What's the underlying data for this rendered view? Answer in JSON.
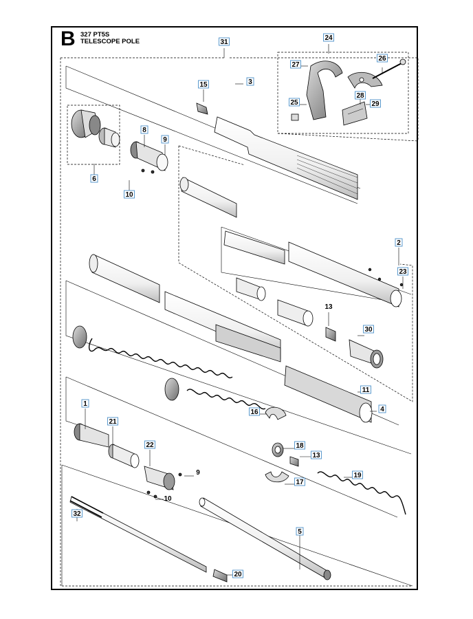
{
  "sheet": {
    "letter": "B",
    "model": "327 PT5S",
    "title": "TELESCOPE POLE"
  },
  "colors": {
    "line": "#000000",
    "callout_box": "#4a90c8",
    "part_fill": "#f4f4f4",
    "part_shade": "#9a9a9a"
  },
  "callouts": [
    {
      "id": "c1",
      "label": "1",
      "boxed": true
    },
    {
      "id": "c2",
      "label": "2",
      "boxed": true
    },
    {
      "id": "c3",
      "label": "3",
      "boxed": true
    },
    {
      "id": "c4",
      "label": "4",
      "boxed": true
    },
    {
      "id": "c5",
      "label": "5",
      "boxed": true
    },
    {
      "id": "c6",
      "label": "6",
      "boxed": true
    },
    {
      "id": "c8",
      "label": "8",
      "boxed": true
    },
    {
      "id": "c9a",
      "label": "9",
      "boxed": true
    },
    {
      "id": "c9b",
      "label": "9",
      "boxed": false
    },
    {
      "id": "c10a",
      "label": "10",
      "boxed": true
    },
    {
      "id": "c10b",
      "label": "10",
      "boxed": false
    },
    {
      "id": "c11",
      "label": "11",
      "boxed": true
    },
    {
      "id": "c13a",
      "label": "13",
      "boxed": false
    },
    {
      "id": "c13b",
      "label": "13",
      "boxed": true
    },
    {
      "id": "c15",
      "label": "15",
      "boxed": true
    },
    {
      "id": "c16",
      "label": "16",
      "boxed": true
    },
    {
      "id": "c17",
      "label": "17",
      "boxed": true
    },
    {
      "id": "c18",
      "label": "18",
      "boxed": true
    },
    {
      "id": "c19",
      "label": "19",
      "boxed": true
    },
    {
      "id": "c20",
      "label": "20",
      "boxed": true
    },
    {
      "id": "c21",
      "label": "21",
      "boxed": true
    },
    {
      "id": "c22",
      "label": "22",
      "boxed": true
    },
    {
      "id": "c23",
      "label": "23",
      "boxed": true
    },
    {
      "id": "c24",
      "label": "24",
      "boxed": true
    },
    {
      "id": "c25",
      "label": "25",
      "boxed": true
    },
    {
      "id": "c26",
      "label": "26",
      "boxed": true
    },
    {
      "id": "c27",
      "label": "27",
      "boxed": true
    },
    {
      "id": "c28",
      "label": "28",
      "boxed": true
    },
    {
      "id": "c29",
      "label": "29",
      "boxed": true
    },
    {
      "id": "c30",
      "label": "30",
      "boxed": true
    },
    {
      "id": "c31",
      "label": "31",
      "boxed": true
    },
    {
      "id": "c32",
      "label": "32",
      "boxed": true
    }
  ]
}
